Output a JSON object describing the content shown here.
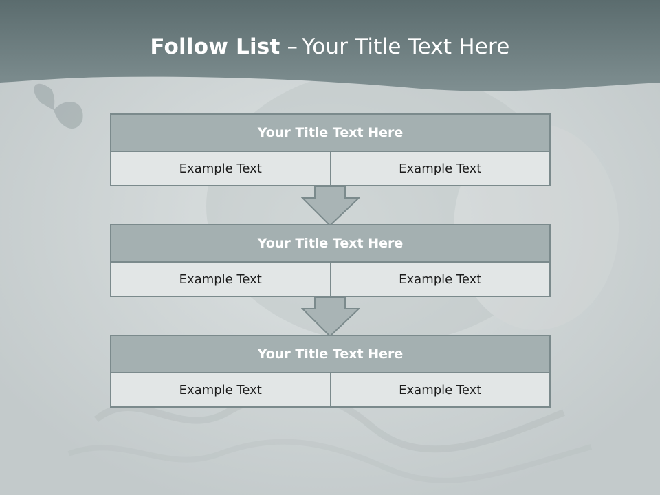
{
  "slide": {
    "title_bold": "Follow List",
    "title_separator": "–",
    "title_rest": "Your Title Text Here"
  },
  "steps": [
    {
      "title": "Your Title Text Here",
      "left": "Example Text",
      "right": "Example Text"
    },
    {
      "title": "Your Title Text Here",
      "left": "Example Text",
      "right": "Example Text"
    },
    {
      "title": "Your Title Text Here",
      "left": "Example Text",
      "right": "Example Text"
    }
  ],
  "colors": {
    "banner": "#6e7f82",
    "header_fill": "#a4b0b1",
    "cell_fill": "#e2e6e6",
    "border": "#7b8a8c",
    "arrow_fill": "#a9b4b5"
  }
}
